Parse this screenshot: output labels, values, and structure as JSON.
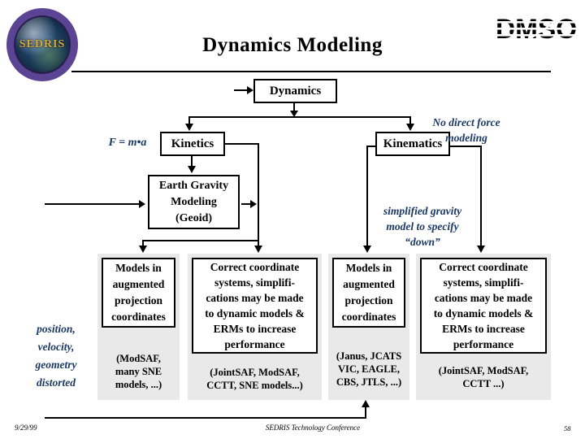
{
  "slide": {
    "title": "Dynamics Modeling",
    "logos": {
      "sedris_text": "SEDRIS",
      "dmso_text": "DMSO"
    },
    "footer": {
      "date": "9/29/99",
      "conference": "SEDRIS Technology Conference",
      "page_number": "58"
    }
  },
  "boxes": {
    "dynamics": "Dynamics",
    "kinetics": "Kinetics",
    "kinematics": "Kinematics",
    "earth_gravity": "Earth Gravity\nModeling\n(Geoid)",
    "models_augmented": "Models in\naugmented\nprojection\ncoordinates",
    "correct_coordinate": "Correct coordinate\nsystems, simplifi-\ncations may be made\nto dynamic models &\nERMs to increase\nperformance"
  },
  "captions": {
    "kinetics_models": "(ModSAF,\nmany SNE\nmodels, ...)",
    "kinetics_correct": "(JointSAF, ModSAF,\nCCTT, SNE models...)",
    "kinematics_models": "(Janus, JCATS\nVIC, EAGLE,\nCBS, JTLS, ...)",
    "kinematics_correct": "(JointSAF, ModSAF,\nCCTT ...)"
  },
  "annotations": {
    "force_equation": "F = m•a",
    "no_direct_force": "No direct force\nmodeling",
    "simplified_gravity": "simplified gravity\nmodel to specify\n“down”",
    "distorted": "position,\nvelocity,\ngeometry\ndistorted"
  },
  "colors": {
    "annotation_navy": "#1a3863",
    "panel_gray": "#e9e9e9",
    "line_black": "#000000"
  }
}
